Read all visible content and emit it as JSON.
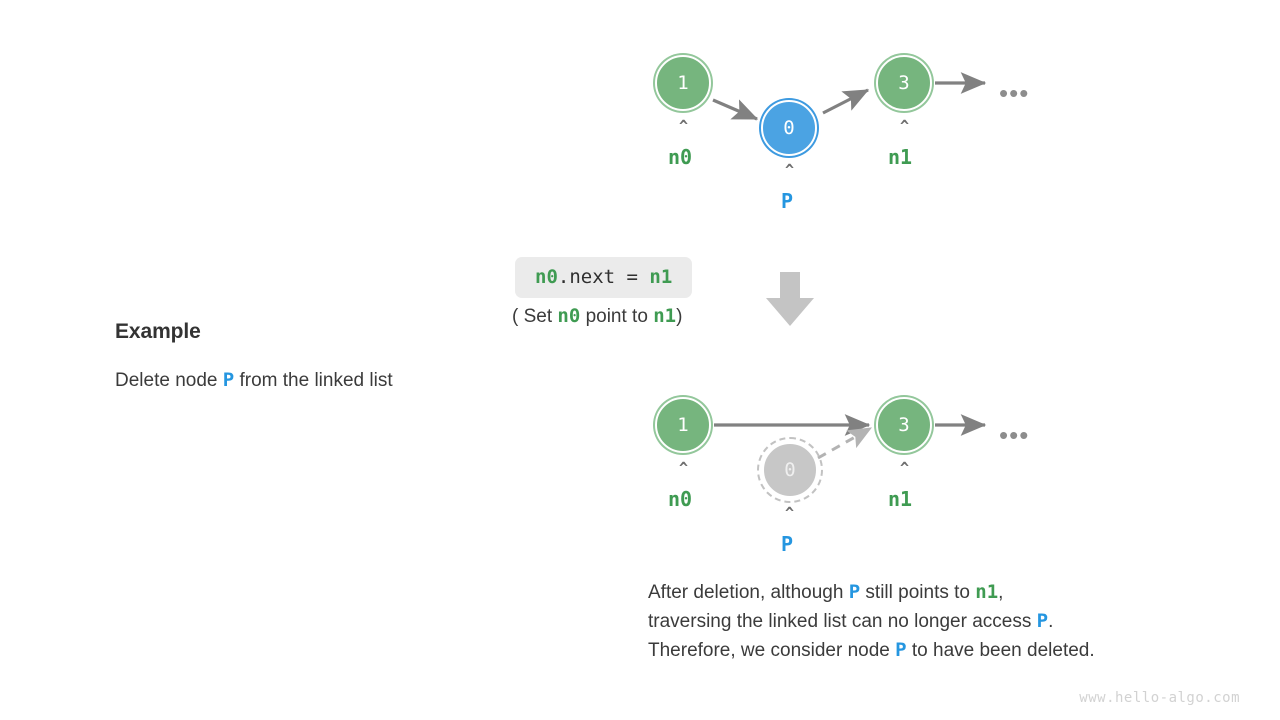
{
  "page": {
    "background": "#ffffff",
    "watermark": "www.hello-algo.com"
  },
  "colors": {
    "green_node_fill": "#76b57e",
    "green_node_ring": "#93c79b",
    "blue_node_fill": "#4ba3e3",
    "blue_node_ring": "#3d9ae0",
    "gray_node_fill": "#c7c7c7",
    "gray_dashed_ring": "#c2c2c2",
    "arrow_gray": "#818181",
    "label_green": "#3f9b52",
    "label_blue": "#2596e0",
    "text_dark": "#3b3b3b",
    "code_box_bg": "#ebebeb"
  },
  "example": {
    "title": "Example",
    "description_prefix": "Delete node ",
    "description_pointer": "P",
    "description_suffix": " from the linked list"
  },
  "operation": {
    "code_node_from": "n0",
    "code_middle": ".next = ",
    "code_node_to": "n1",
    "sub_open": "( Set ",
    "sub_from": "n0",
    "sub_middle": " point to ",
    "sub_to": "n1",
    "sub_close": ")",
    "arrow_icon": "down-arrow"
  },
  "before": {
    "label": "before-deletion",
    "nodes": [
      {
        "value": "1",
        "style": "green",
        "pointer": "n0",
        "pointer_color": "green",
        "caret": "^"
      },
      {
        "value": "0",
        "style": "blue",
        "pointer": "P",
        "pointer_color": "blue",
        "caret": "^"
      },
      {
        "value": "3",
        "style": "green",
        "pointer": "n1",
        "pointer_color": "green",
        "caret": "^"
      }
    ],
    "ellipsis": "•••",
    "links": [
      {
        "from": "1",
        "to": "0",
        "dashed": false
      },
      {
        "from": "0",
        "to": "3",
        "dashed": false
      },
      {
        "from": "3",
        "to": "tail",
        "dashed": false
      }
    ]
  },
  "after": {
    "label": "after-deletion",
    "nodes": [
      {
        "value": "1",
        "style": "green",
        "pointer": "n0",
        "pointer_color": "green",
        "caret": "^"
      },
      {
        "value": "0",
        "style": "gray",
        "pointer": "P",
        "pointer_color": "blue",
        "caret": "^"
      },
      {
        "value": "3",
        "style": "green",
        "pointer": "n1",
        "pointer_color": "green",
        "caret": "^"
      }
    ],
    "ellipsis": "•••",
    "links": [
      {
        "from": "1",
        "to": "3",
        "dashed": false
      },
      {
        "from": "0",
        "to": "3",
        "dashed": true
      },
      {
        "from": "3",
        "to": "tail",
        "dashed": false
      }
    ]
  },
  "caption": {
    "line1_a": "After deletion, although ",
    "line1_p": "P",
    "line1_b": " still points to ",
    "line1_n1": "n1",
    "line1_c": ",",
    "line2_a": "traversing the linked list can no longer access ",
    "line2_p": "P",
    "line2_b": ".",
    "line3_a": "Therefore, we consider node ",
    "line3_p": "P",
    "line3_b": " to have been deleted."
  }
}
